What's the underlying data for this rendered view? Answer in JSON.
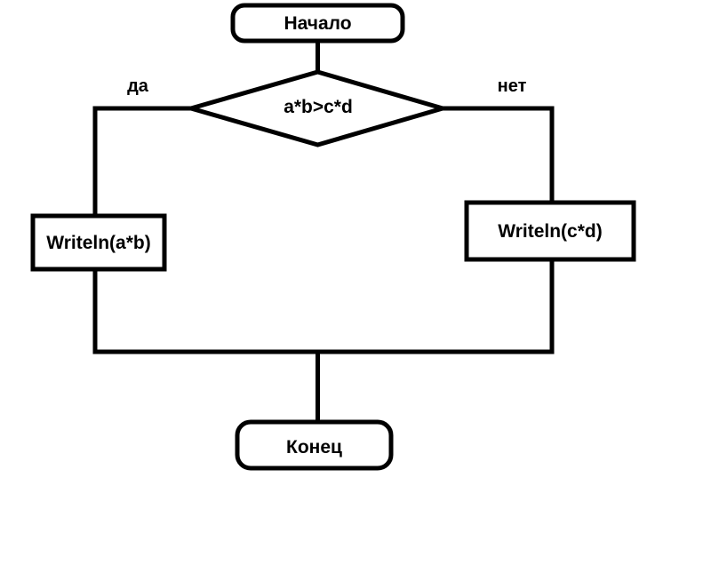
{
  "diagram": {
    "type": "flowchart",
    "colors": {
      "stroke": "#000000",
      "shape_fill": "#ffffff",
      "text": "#000000",
      "background": "#ffffff"
    },
    "nodes": {
      "start": {
        "shape": "terminator",
        "label": "Начало"
      },
      "decision": {
        "shape": "decision",
        "label": "a*b>c*d"
      },
      "process_yes": {
        "shape": "process",
        "label": "Writeln(a*b)"
      },
      "process_no": {
        "shape": "process",
        "label": "Writeln(c*d)"
      },
      "end": {
        "shape": "terminator",
        "label": "Конец"
      }
    },
    "branch_labels": {
      "yes": "да",
      "no": "нет"
    },
    "edges": [
      {
        "from": "start",
        "to": "decision"
      },
      {
        "from": "decision",
        "to": "process_yes",
        "label": "да"
      },
      {
        "from": "decision",
        "to": "process_no",
        "label": "нет"
      },
      {
        "from": "process_yes",
        "to": "end"
      },
      {
        "from": "process_no",
        "to": "end"
      }
    ]
  }
}
